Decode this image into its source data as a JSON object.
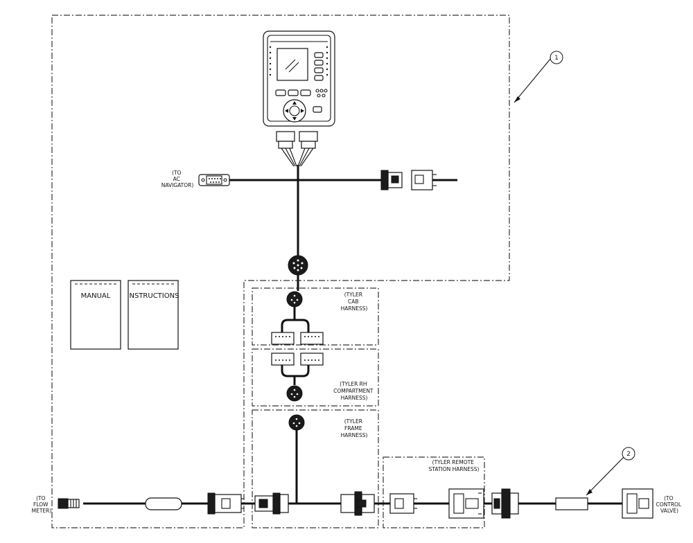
{
  "docs": {
    "manual": "MANUAL",
    "instructions": "INSTRUCTIONS"
  },
  "labels": {
    "ac_nav": [
      "(TO",
      "AC",
      "NAVIGATOR)"
    ],
    "cab": [
      "(TYLER",
      "CAB",
      "HARNESS)"
    ],
    "rh": [
      "(TYLER RH",
      "COMPARTMENT",
      "HARNESS)"
    ],
    "frame": [
      "(TYLER",
      "FRAME",
      "HARNESS)"
    ],
    "remote": [
      "(TYLER REMOTE",
      "STATION  HARNESS)"
    ],
    "flow": [
      "(TO",
      "FLOW",
      "METER)"
    ],
    "control": [
      "(TO",
      "CONTROL",
      "VALVE)"
    ]
  },
  "callouts": {
    "one": "1",
    "two": "2"
  }
}
